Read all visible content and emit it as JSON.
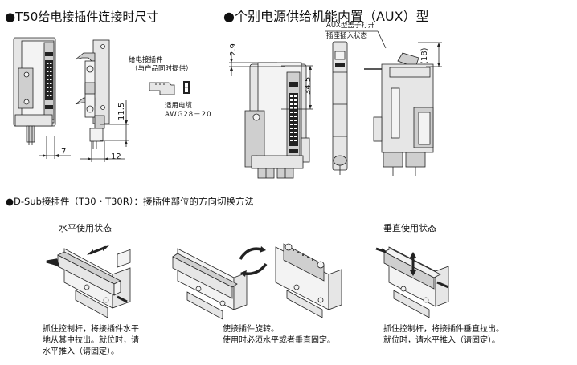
{
  "section1": {
    "title": "●T50给电接插件连接时尺寸",
    "dims": {
      "d1": "7",
      "d2": "12",
      "d3": "11.5"
    },
    "connector_label_line1": "给电接插件",
    "connector_label_line2": "（与产品同时提供）",
    "cable_label_line1": "适用电缆",
    "cable_label_line2": "AWG28－20"
  },
  "section2": {
    "title": "●个别电源供给机能内置（AUX）型",
    "note_line1": "AUX型盖子打开",
    "note_line2": "插座插入状态",
    "dims": {
      "d1": "2.9",
      "d2": "34.5",
      "d3": "(18)"
    }
  },
  "section3": {
    "title": "●D-Sub接插件（T30・T30R）：接插件部位的方向切换方法",
    "steps": [
      {
        "heading": "水平使用状态",
        "lines": [
          "抓住控制杆，将接插件水平",
          "地从其中拉出。就位时，请",
          "水平推入（请固定）。"
        ]
      },
      {
        "heading": "",
        "lines": [
          "使接插件旋转。",
          "使用时必须水平或者垂直固定。"
        ]
      },
      {
        "heading": "垂直使用状态",
        "lines": [
          "抓住控制杆，将接插件垂直拉出。",
          "就位时，请水平推入（请固定）。"
        ]
      }
    ]
  }
}
